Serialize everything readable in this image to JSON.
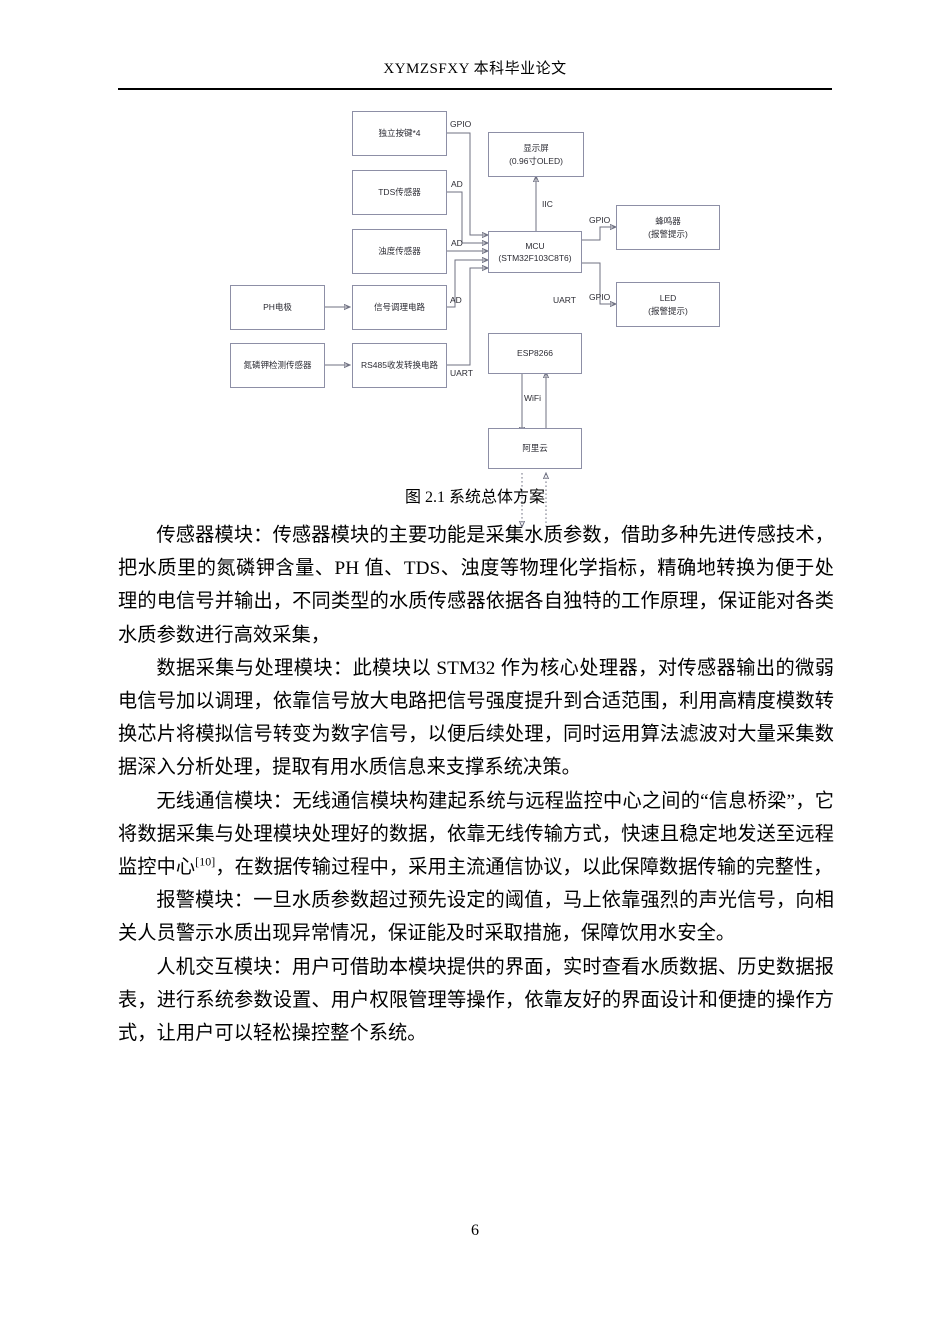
{
  "header": {
    "text": "XYMZSFXY 本科毕业论文"
  },
  "figure": {
    "caption": "图 2.1  系统总体方案",
    "nodes": [
      {
        "id": "keys",
        "lines": [
          "独立按键*4"
        ]
      },
      {
        "id": "tds",
        "lines": [
          "TDS传感器"
        ]
      },
      {
        "id": "turbidity",
        "lines": [
          "浊度传感器"
        ]
      },
      {
        "id": "ph",
        "lines": [
          "PH电极"
        ]
      },
      {
        "id": "signal",
        "lines": [
          "信号调理电路"
        ]
      },
      {
        "id": "npk",
        "lines": [
          "氮磷钾检测传感器"
        ]
      },
      {
        "id": "rs485",
        "lines": [
          "RS485收发转换电路"
        ]
      },
      {
        "id": "display",
        "lines": [
          "显示屏",
          "(0.96寸OLED)"
        ]
      },
      {
        "id": "mcu",
        "lines": [
          "MCU",
          "(STM32F103C8T6)"
        ]
      },
      {
        "id": "buzzer",
        "lines": [
          "蜂鸣器",
          "(报警提示)"
        ]
      },
      {
        "id": "led",
        "lines": [
          "LED",
          "(报警提示)"
        ]
      },
      {
        "id": "esp",
        "lines": [
          "ESP8266"
        ]
      },
      {
        "id": "cloud",
        "lines": [
          "阿里云"
        ]
      }
    ],
    "edge_labels": [
      {
        "id": "keys-gpio",
        "text": "GPIO"
      },
      {
        "id": "tds-ad",
        "text": "AD"
      },
      {
        "id": "turb-ad",
        "text": "AD"
      },
      {
        "id": "signal-ad",
        "text": "AD"
      },
      {
        "id": "rs485-uart",
        "text": "UART"
      },
      {
        "id": "disp-iic",
        "text": "IIC"
      },
      {
        "id": "buzzer-gpio",
        "text": "GPIO"
      },
      {
        "id": "led-gpio",
        "text": "GPIO"
      },
      {
        "id": "esp-uart",
        "text": "UART"
      },
      {
        "id": "cloud-wifi",
        "text": "WiFi"
      }
    ]
  },
  "body": {
    "paragraphs": [
      {
        "text": "传感器模块：传感器模块的主要功能是采集水质参数，借助多种先进传感技术，把水质里的氮磷钾含量、PH 值、TDS、浊度等物理化学指标，精确地转换为便于处理的电信号并输出，不同类型的水质传感器依据各自独特的工作原理，保证能对各类水质参数进行高效采集，"
      },
      {
        "text": "数据采集与处理模块：此模块以 STM32 作为核心处理器，对传感器输出的微弱电信号加以调理，依靠信号放大电路把信号强度提升到合适范围，利用高精度模数转换芯片将模拟信号转变为数字信号，以便后续处理，同时运用算法滤波对大量采集数据深入分析处理，提取有用水质信息来支撑系统决策。"
      },
      {
        "text_before": "无线通信模块：无线通信模块构建起系统与远程监控中心之间的“信息桥梁”，它将数据采集与处理模块处理好的数据，依靠无线传输方式，快速且稳定地发送至远程监控中心",
        "sup": "[10]",
        "text_after": "，在数据传输过程中，采用主流通信协议，以此保障数据传输的完整性，"
      },
      {
        "text": "报警模块：一旦水质参数超过预先设定的阈值，马上依靠强烈的声光信号，向相关人员警示水质出现异常情况，保证能及时采取措施，保障饮用水安全。"
      },
      {
        "text": "人机交互模块：用户可借助本模块提供的界面，实时查看水质数据、历史数据报表，进行系统参数设置、用户权限管理等操作，依靠友好的界面设计和便捷的操作方式，让用户可以轻松操控整个系统。"
      }
    ]
  },
  "footer": {
    "page_number": "6"
  }
}
